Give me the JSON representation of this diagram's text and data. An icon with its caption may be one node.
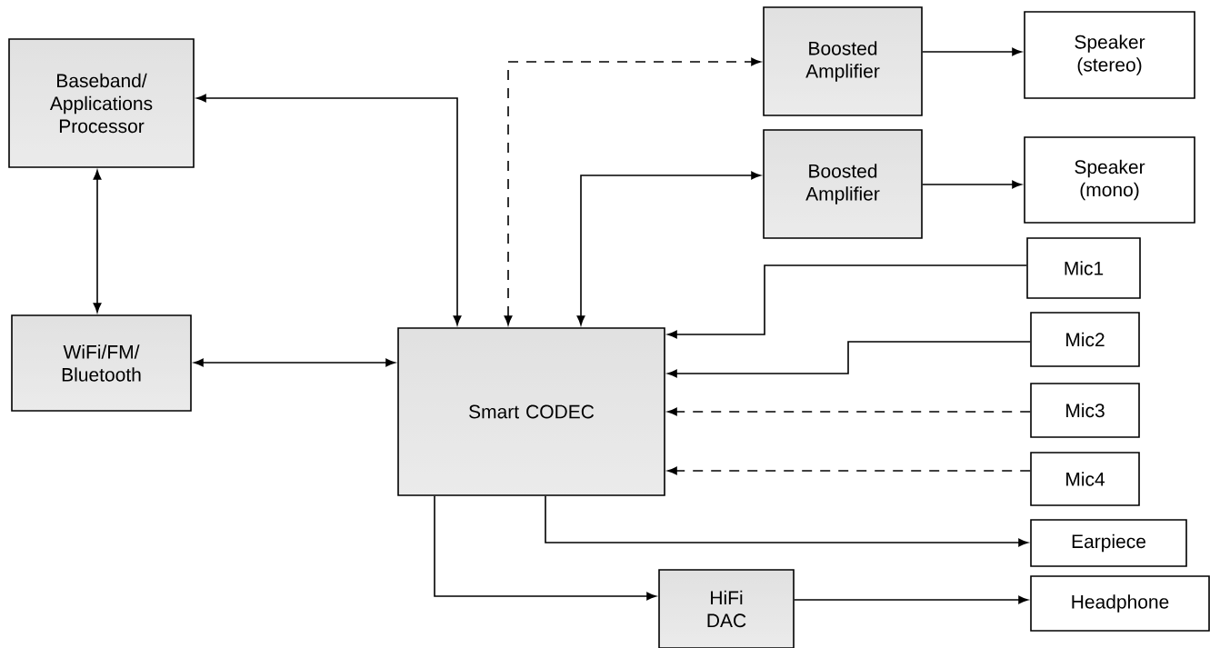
{
  "diagram": {
    "nodes": [
      {
        "text": [
          "Baseband/ Applications Processor"
        ]
      },
      {
        "text": [
          "WiFi/FM/ Bluetooth"
        ]
      },
      {
        "text": [
          "Smart CODEC"
        ]
      },
      {
        "text": [
          "Boosted Amplifier"
        ]
      },
      {
        "text": [
          "Boosted Amplifier"
        ]
      },
      {
        "text": [
          "Speaker (stereo)"
        ]
      },
      {
        "text": [
          "Speaker (mono)"
        ]
      },
      {
        "text": [
          "Mic1"
        ]
      },
      {
        "text": [
          "Mic2"
        ]
      },
      {
        "text": [
          "Mic3"
        ]
      },
      {
        "text": [
          "Mic4"
        ]
      },
      {
        "text": [
          "Earpiece"
        ]
      },
      {
        "text": [
          "Headphone"
        ]
      },
      {
        "text": [
          "HiFi DAC"
        ]
      }
    ],
    "edges": [
      {
        "from": 0,
        "to": 2,
        "arrow": "both"
      },
      {
        "from": 0,
        "to": 1,
        "arrow": "both"
      },
      {
        "from": 1,
        "to": 2,
        "arrow": "both"
      },
      {
        "from": 2,
        "to": 3,
        "arrow": "both",
        "style": "dashed"
      },
      {
        "from": 2,
        "to": 4,
        "arrow": "both"
      },
      {
        "from": 3,
        "to": 5,
        "arrow": "to"
      },
      {
        "from": 4,
        "to": 6,
        "arrow": "to"
      },
      {
        "from": 7,
        "to": 2,
        "arrow": "to"
      },
      {
        "from": 8,
        "to": 2,
        "arrow": "to"
      },
      {
        "from": 9,
        "to": 2,
        "arrow": "to",
        "style": "dashed"
      },
      {
        "from": 10,
        "to": 2,
        "arrow": "to",
        "style": "dashed"
      },
      {
        "from": 2,
        "to": 11,
        "arrow": "to"
      },
      {
        "from": 2,
        "to": 13,
        "arrow": "to"
      },
      {
        "from": 13,
        "to": 12,
        "arrow": "to"
      }
    ]
  }
}
